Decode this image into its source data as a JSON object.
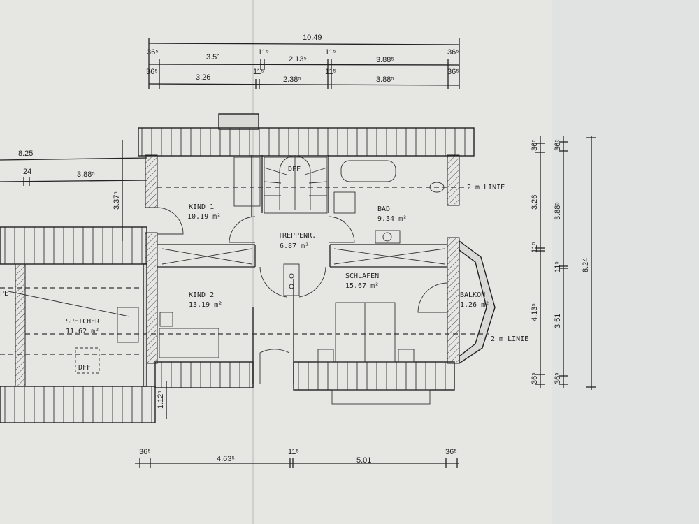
{
  "title": "Dachgeschoss Grundriss",
  "top_dims": {
    "total": "10.49",
    "row1": [
      "36⁵",
      "3.51",
      "11⁵",
      "2.13⁵",
      "11⁵",
      "3.88⁵",
      "36⁵"
    ],
    "row2": [
      "36⁵",
      "3.26",
      "11⁵",
      "2.38⁵",
      "11⁵",
      "3.88⁵",
      "36⁵"
    ]
  },
  "left_dims": {
    "total": "8.25",
    "a": "24",
    "b": "3.88⁵",
    "vertical": "3.37⁵",
    "roof": "1.12⁵"
  },
  "right_dims": {
    "col1": [
      "36⁵",
      "3.26",
      "11⁵",
      "4.13⁵",
      "36⁵"
    ],
    "col2": [
      "36⁵",
      "3.88⁵",
      "11⁵",
      "3.51",
      "36⁵"
    ],
    "total": "8.24"
  },
  "bottom_dims": [
    "36⁵",
    "4.63⁵",
    "11⁵",
    "5.01",
    "36⁵"
  ],
  "rooms": {
    "kind1": {
      "name": "KIND 1",
      "area": "10.19 m²"
    },
    "treppenr": {
      "name": "TREPPENR.",
      "area": "6.87 m²"
    },
    "bad": {
      "name": "BAD",
      "area": "9.34 m²"
    },
    "schlafen": {
      "name": "SCHLAFEN",
      "area": "15.67 m²"
    },
    "kind2": {
      "name": "KIND 2",
      "area": "13.19 m²"
    },
    "balkon": {
      "name": "BALKON",
      "area": "1.26 m²"
    },
    "speicher": {
      "name": "SPEICHER",
      "area": "11.62 m²"
    }
  },
  "annotations": {
    "line_2m": "2 m LINIE",
    "dff": "DFF",
    "pe": "PE"
  }
}
